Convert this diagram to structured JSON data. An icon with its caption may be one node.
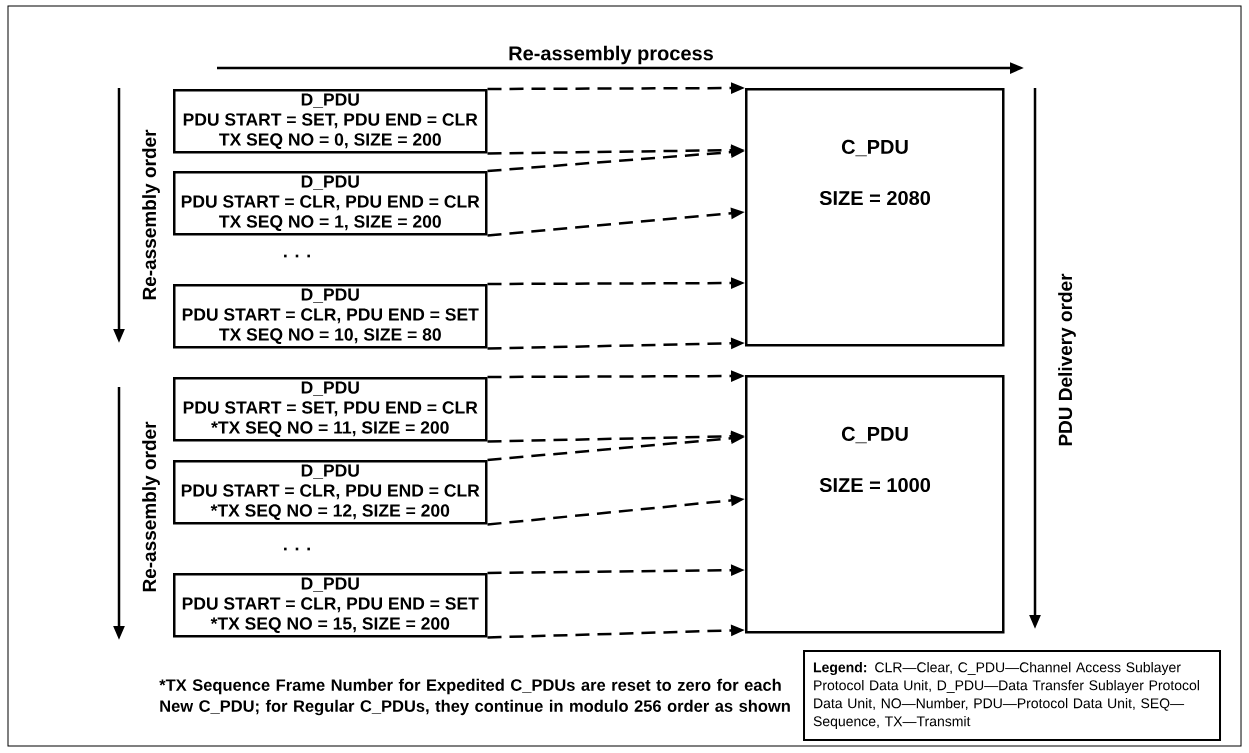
{
  "diagram": {
    "nodes": [
      {
        "text": [
          "D_PDU",
          "PDU START = SET, PDU END = CLR",
          "TX SEQ NO = 0, SIZE = 200"
        ]
      },
      {
        "text": [
          "D_PDU",
          "PDU START = CLR, PDU END = CLR",
          "TX SEQ NO = 1, SIZE = 200"
        ]
      },
      {
        "text": [
          "D_PDU",
          "PDU START = CLR, PDU END = SET",
          "TX SEQ NO = 10, SIZE = 80"
        ]
      },
      {
        "text": [
          "D_PDU",
          "PDU START = SET, PDU END = CLR",
          "*TX SEQ NO = 11, SIZE = 200"
        ]
      },
      {
        "text": [
          "D_PDU",
          "PDU START = CLR, PDU END = CLR",
          "*TX SEQ NO = 12, SIZE = 200"
        ]
      },
      {
        "text": [
          "D_PDU",
          "PDU START = CLR, PDU END = SET",
          "*TX SEQ NO = 15, SIZE = 200"
        ]
      },
      {
        "text": [
          "C_PDU",
          "SIZE = 2080"
        ]
      },
      {
        "text": [
          "C_PDU",
          "SIZE = 1000"
        ]
      },
      {
        "text": [
          "**Legend:** CLR—Clear, C_PDU—Channel Access Sublayer Protocol Data Unit, D_PDU—Data Transfer Sublayer Protocol Data Unit, NO—Number, PDU—Protocol Data Unit, SEQ—Sequence, TX—Transmit"
        ]
      }
    ],
    "edges": [
      {
        "from": 0,
        "to": 6,
        "arrow": "to",
        "style": "dashed"
      },
      {
        "from": 0,
        "to": 6,
        "arrow": "to",
        "style": "dashed"
      },
      {
        "from": 1,
        "to": 6,
        "arrow": "to",
        "style": "dashed"
      },
      {
        "from": 1,
        "to": 6,
        "arrow": "to",
        "style": "dashed"
      },
      {
        "from": 2,
        "to": 6,
        "arrow": "to",
        "style": "dashed"
      },
      {
        "from": 2,
        "to": 6,
        "arrow": "to",
        "style": "dashed"
      },
      {
        "from": 3,
        "to": 7,
        "arrow": "to",
        "style": "dashed"
      },
      {
        "from": 3,
        "to": 7,
        "arrow": "to",
        "style": "dashed"
      },
      {
        "from": 4,
        "to": 7,
        "arrow": "to",
        "style": "dashed"
      },
      {
        "from": 4,
        "to": 7,
        "arrow": "to",
        "style": "dashed"
      },
      {
        "from": 5,
        "to": 7,
        "arrow": "to",
        "style": "dashed"
      },
      {
        "from": 5,
        "to": 7,
        "arrow": "to",
        "style": "dashed"
      }
    ],
    "labels": [
      "Re-assembly process",
      "Re-assembly order",
      ". . .",
      "Re-assembly order",
      ". . .",
      "PDU Delivery order",
      "*TX Sequence Frame Number for Expedited C_PDUs are reset to zero for each New C_PDU; for Regular C_PDUs, they continue in modulo 256 order as shown"
    ]
  }
}
